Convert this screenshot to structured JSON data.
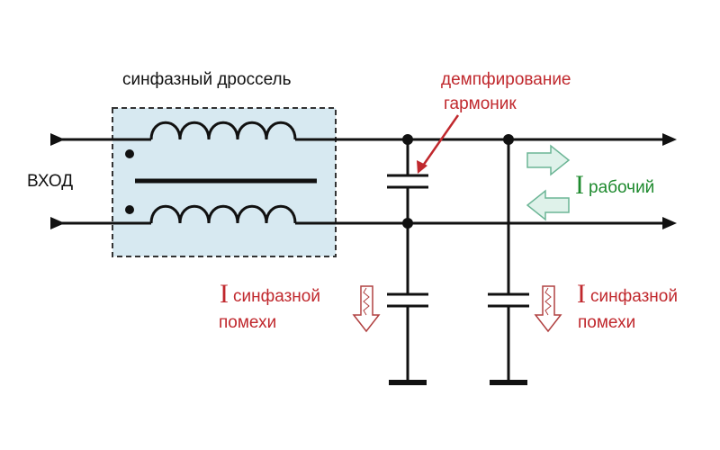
{
  "labels": {
    "choke": "синфазный дроссель",
    "input": "ВХОД",
    "damping_line1": "демпфирование",
    "damping_line2": "гармоник",
    "working_current_symbol": "I",
    "working_current_text": "рабочий",
    "cm_left_symbol": "I",
    "cm_left_text": "синфазной",
    "cm_left_line2": "помехи",
    "cm_right_symbol": "I",
    "cm_right_text": "синфазной",
    "cm_right_line2": "помехи"
  },
  "colors": {
    "wire": "#111111",
    "core_box_fill": "#d7e9f1",
    "core_box_border": "#333333",
    "damping_label": "#c0282d",
    "working_current": "#1e8a2e",
    "common_mode": "#c0282d",
    "hollow_arrow_fill": "#dff2ea",
    "hollow_arrow_stroke": "#6bb595",
    "noise_arrow_fill": "#ffffff",
    "noise_arrow_stroke": "#b04040"
  }
}
